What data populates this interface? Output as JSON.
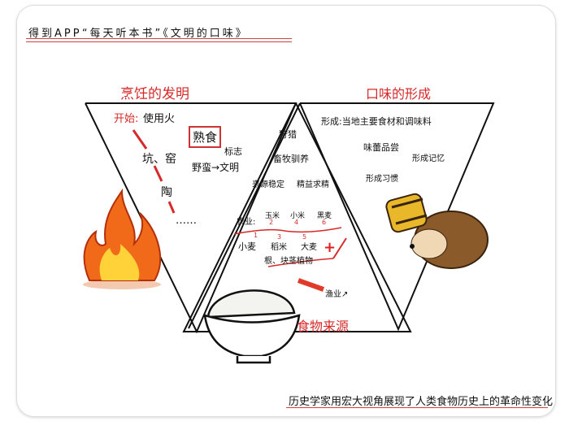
{
  "header": "得到APP“每天听本书”《文明的口味》",
  "footer": "历史学家用宏大视角展现了人类食物历史上的革命性变化",
  "left": {
    "title": "烹饪的发明",
    "start_label": "开始:",
    "start_text": "使用火",
    "step1": "坑、窑",
    "step2": "陶",
    "ellipsis": "……",
    "boxed": "熟食",
    "mark": "标志",
    "civilization": "野蛮→文明"
  },
  "middle": {
    "title": "食物来源",
    "hunting": "狩猎",
    "herding": "畜牧驯养",
    "stable": "来源稳定",
    "fine": "精益求精",
    "agri_label": "农业:",
    "crops_top": [
      {
        "n": "2",
        "name": "玉米"
      },
      {
        "n": "4",
        "name": "小米"
      },
      {
        "n": "6",
        "name": "黑麦"
      }
    ],
    "crops_bottom": [
      {
        "n": "1",
        "name": "小麦"
      },
      {
        "n": "3",
        "name": "稻米"
      },
      {
        "n": "5",
        "name": "大麦"
      }
    ],
    "roots": "根、块茎植物",
    "fishery": "渔业↗"
  },
  "right": {
    "title": "口味的形成",
    "line1": "形成:当地主要食材和调味料",
    "taste": "味蕾品尝",
    "memory": "形成记忆",
    "habit": "形成习惯"
  }
}
